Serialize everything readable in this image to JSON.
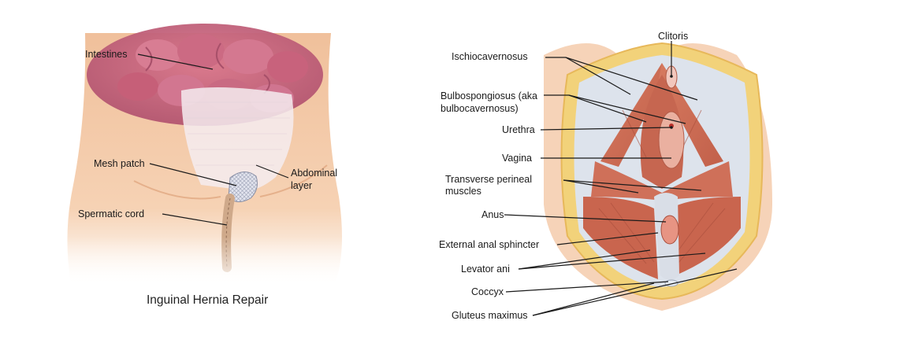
{
  "hernia": {
    "caption": "Inguinal Hernia Repair",
    "labels": {
      "intestines": "Intestines",
      "mesh_patch": "Mesh patch",
      "abdominal_layer_1": "Abdominal",
      "abdominal_layer_2": "layer",
      "spermatic_cord": "Spermatic cord"
    }
  },
  "perineum": {
    "labels": {
      "clitoris": "Clitoris",
      "ischiocavernosus": "Ischiocavernosus",
      "bulbospongiosus_1": "Bulbospongiosus (aka",
      "bulbospongiosus_2": "bulbocavernosus)",
      "urethra": "Urethra",
      "vagina": "Vagina",
      "transverse_1": "Transverse perineal",
      "transverse_2": "muscles",
      "anus": "Anus",
      "external_anal_sphincter": "External anal sphincter",
      "levator_ani": "Levator ani",
      "coccyx": "Coccyx",
      "gluteus_maximus": "Gluteus maximus"
    }
  },
  "colors": {
    "skin": "#f3c9a6",
    "muscle": "#cf6f56",
    "fat": "#f2d27a",
    "intestine": "#c9647c",
    "mesh": "#eae6f0"
  }
}
